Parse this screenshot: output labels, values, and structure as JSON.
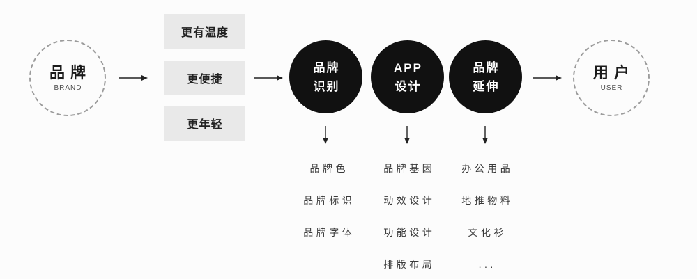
{
  "palette": {
    "background": "#fcfcfc",
    "stage_circle_fill": "#111111",
    "stage_circle_text": "#ffffff",
    "quality_box_fill": "#e9e9e9",
    "endpoint_dash_border": "#9c9c9c",
    "text_dark": "#333333",
    "arrow_color": "#222222"
  },
  "source": {
    "title": "品牌",
    "subtitle": "BRAND"
  },
  "target": {
    "title": "用户",
    "subtitle": "USER"
  },
  "qualities": [
    {
      "label": "更有温度"
    },
    {
      "label": "更便捷"
    },
    {
      "label": "更年轻"
    }
  ],
  "stages": [
    {
      "title_line1": "品牌",
      "title_line2": "识别",
      "items": [
        "品牌色",
        "品牌标识",
        "品牌字体"
      ]
    },
    {
      "title_line1": "APP",
      "title_line2": "设计",
      "items": [
        "品牌基因",
        "动效设计",
        "功能设计",
        "排版布局"
      ]
    },
    {
      "title_line1": "品牌",
      "title_line2": "延伸",
      "items": [
        "办公用品",
        "地推物料",
        "文化衫",
        "..."
      ]
    }
  ]
}
